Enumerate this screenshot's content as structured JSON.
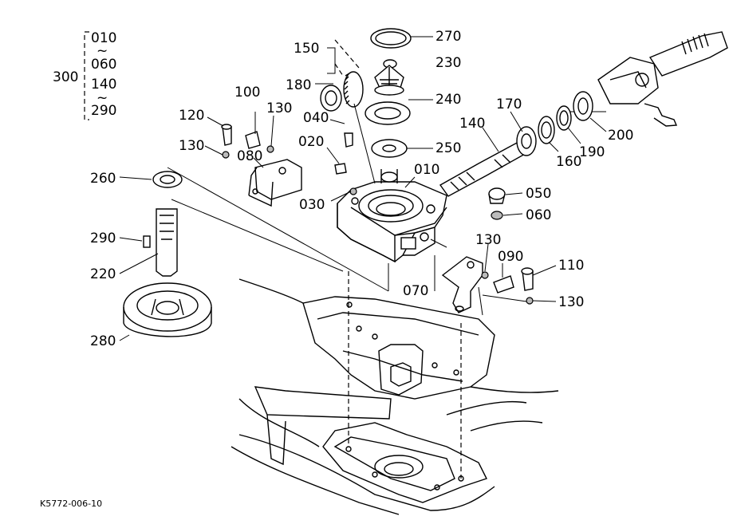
{
  "diagram": {
    "group_label": "300",
    "group_ranges": [
      "010",
      "~",
      "060",
      "140",
      "~",
      "290"
    ],
    "ref_code": "K5772-006-10",
    "parts": [
      {
        "id": "270",
        "label": "270"
      },
      {
        "id": "230",
        "label": "230"
      },
      {
        "id": "150",
        "label": "150"
      },
      {
        "id": "180",
        "label": "180"
      },
      {
        "id": "240",
        "label": "240"
      },
      {
        "id": "250",
        "label": "250"
      },
      {
        "id": "040",
        "label": "040"
      },
      {
        "id": "020",
        "label": "020"
      },
      {
        "id": "010",
        "label": "010"
      },
      {
        "id": "030",
        "label": "030"
      },
      {
        "id": "100",
        "label": "100"
      },
      {
        "id": "120",
        "label": "120"
      },
      {
        "id": "130a",
        "label": "130"
      },
      {
        "id": "130b",
        "label": "130"
      },
      {
        "id": "080",
        "label": "080"
      },
      {
        "id": "140",
        "label": "140"
      },
      {
        "id": "170",
        "label": "170"
      },
      {
        "id": "160",
        "label": "160"
      },
      {
        "id": "190",
        "label": "190"
      },
      {
        "id": "200",
        "label": "200"
      },
      {
        "id": "050",
        "label": "050"
      },
      {
        "id": "060",
        "label": "060"
      },
      {
        "id": "130c",
        "label": "130"
      },
      {
        "id": "090",
        "label": "090"
      },
      {
        "id": "110",
        "label": "110"
      },
      {
        "id": "130d",
        "label": "130"
      },
      {
        "id": "070",
        "label": "070"
      },
      {
        "id": "260",
        "label": "260"
      },
      {
        "id": "290",
        "label": "290"
      },
      {
        "id": "220",
        "label": "220"
      },
      {
        "id": "280",
        "label": "280"
      }
    ]
  }
}
